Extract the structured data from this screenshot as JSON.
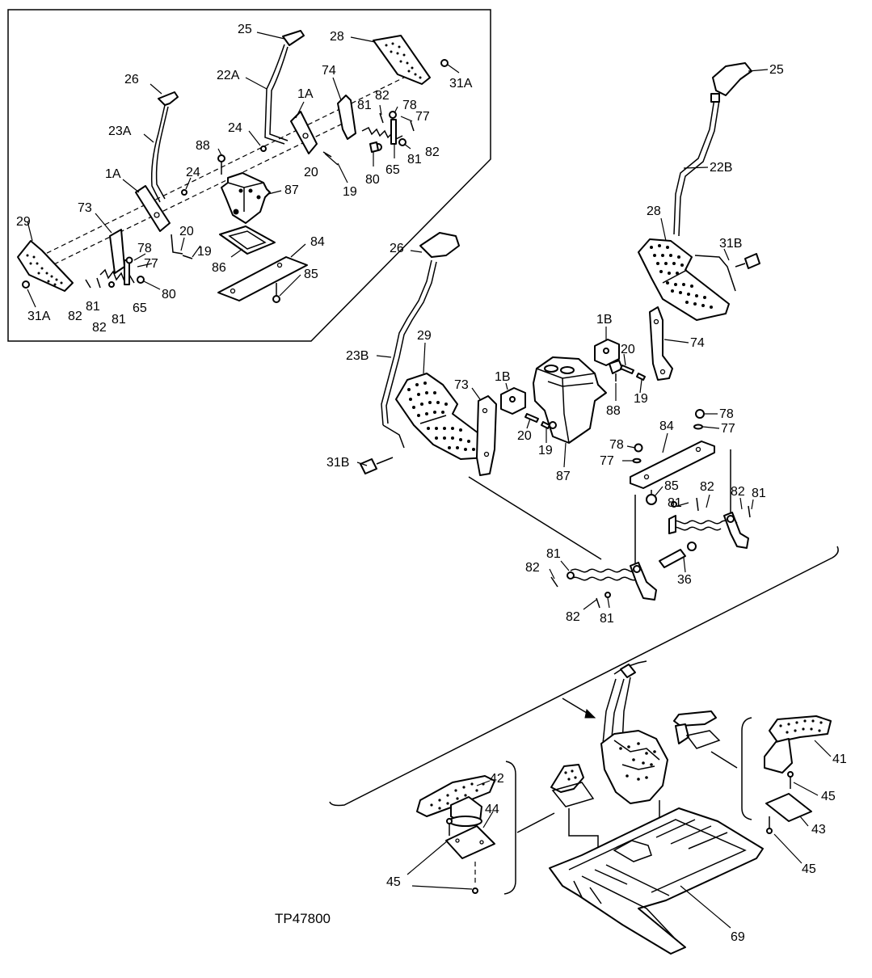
{
  "figure_ref": "TP47800",
  "inset": {
    "callouts": [
      {
        "id": "c25",
        "text": "25"
      },
      {
        "id": "c28",
        "text": "28"
      },
      {
        "id": "c26",
        "text": "26"
      },
      {
        "id": "c22A",
        "text": "22A"
      },
      {
        "id": "c31A_top",
        "text": "31A"
      },
      {
        "id": "c74",
        "text": "74"
      },
      {
        "id": "c1A_top",
        "text": "1A"
      },
      {
        "id": "c82_a",
        "text": "82"
      },
      {
        "id": "c78",
        "text": "78"
      },
      {
        "id": "c81_a",
        "text": "81"
      },
      {
        "id": "c77",
        "text": "77"
      },
      {
        "id": "c24_a",
        "text": "24"
      },
      {
        "id": "c23A",
        "text": "23A"
      },
      {
        "id": "c82_b",
        "text": "82"
      },
      {
        "id": "c88",
        "text": "88"
      },
      {
        "id": "c81_b",
        "text": "81"
      },
      {
        "id": "c80_a",
        "text": "80"
      },
      {
        "id": "c65_a",
        "text": "65"
      },
      {
        "id": "c20_a",
        "text": "20"
      },
      {
        "id": "c1A",
        "text": "1A"
      },
      {
        "id": "c24_b",
        "text": "24"
      },
      {
        "id": "c19_a",
        "text": "19"
      },
      {
        "id": "c87",
        "text": "87"
      },
      {
        "id": "c73",
        "text": "73"
      },
      {
        "id": "c29",
        "text": "29"
      },
      {
        "id": "c20_b",
        "text": "20"
      },
      {
        "id": "c19_b",
        "text": "19"
      },
      {
        "id": "c84",
        "text": "84"
      },
      {
        "id": "c78_b",
        "text": "78"
      },
      {
        "id": "c77_b",
        "text": "77"
      },
      {
        "id": "c86",
        "text": "86"
      },
      {
        "id": "c85",
        "text": "85"
      },
      {
        "id": "c80_b",
        "text": "80"
      },
      {
        "id": "c31A_bot",
        "text": "31A"
      },
      {
        "id": "c82_c",
        "text": "82"
      },
      {
        "id": "c81_c",
        "text": "81"
      },
      {
        "id": "c65_b",
        "text": "65"
      },
      {
        "id": "c82_d",
        "text": "82"
      },
      {
        "id": "c81_d",
        "text": "81"
      }
    ]
  },
  "main": {
    "callouts": [
      {
        "id": "m25",
        "text": "25"
      },
      {
        "id": "m22B",
        "text": "22B"
      },
      {
        "id": "m28",
        "text": "28"
      },
      {
        "id": "m26",
        "text": "26"
      },
      {
        "id": "m31B_r",
        "text": "31B"
      },
      {
        "id": "m1B_r",
        "text": "1B"
      },
      {
        "id": "m20_r",
        "text": "20"
      },
      {
        "id": "m74",
        "text": "74"
      },
      {
        "id": "m23B",
        "text": "23B"
      },
      {
        "id": "m29",
        "text": "29"
      },
      {
        "id": "m73",
        "text": "73"
      },
      {
        "id": "m1B_l",
        "text": "1B"
      },
      {
        "id": "m88",
        "text": "88"
      },
      {
        "id": "m19_r",
        "text": "19"
      },
      {
        "id": "m78_r",
        "text": "78"
      },
      {
        "id": "m77_r",
        "text": "77"
      },
      {
        "id": "m20_l",
        "text": "20"
      },
      {
        "id": "m19_l",
        "text": "19"
      },
      {
        "id": "m84",
        "text": "84"
      },
      {
        "id": "m31B_l",
        "text": "31B"
      },
      {
        "id": "m78_l",
        "text": "78"
      },
      {
        "id": "m77_l",
        "text": "77"
      },
      {
        "id": "m87",
        "text": "87"
      },
      {
        "id": "m85",
        "text": "85"
      },
      {
        "id": "m82_a",
        "text": "82"
      },
      {
        "id": "m81_a",
        "text": "81"
      },
      {
        "id": "m82_b",
        "text": "82"
      },
      {
        "id": "m81_b",
        "text": "81"
      },
      {
        "id": "m81_c",
        "text": "81"
      },
      {
        "id": "m82_c",
        "text": "82"
      },
      {
        "id": "m36",
        "text": "36"
      },
      {
        "id": "m82_d",
        "text": "82"
      },
      {
        "id": "m81_d",
        "text": "81"
      }
    ]
  },
  "floor": {
    "callouts": [
      {
        "id": "f41",
        "text": "41"
      },
      {
        "id": "f42",
        "text": "42"
      },
      {
        "id": "f44",
        "text": "44"
      },
      {
        "id": "f45_r",
        "text": "45"
      },
      {
        "id": "f43",
        "text": "43"
      },
      {
        "id": "f45_l",
        "text": "45"
      },
      {
        "id": "f45_br",
        "text": "45"
      },
      {
        "id": "f69",
        "text": "69"
      }
    ]
  }
}
